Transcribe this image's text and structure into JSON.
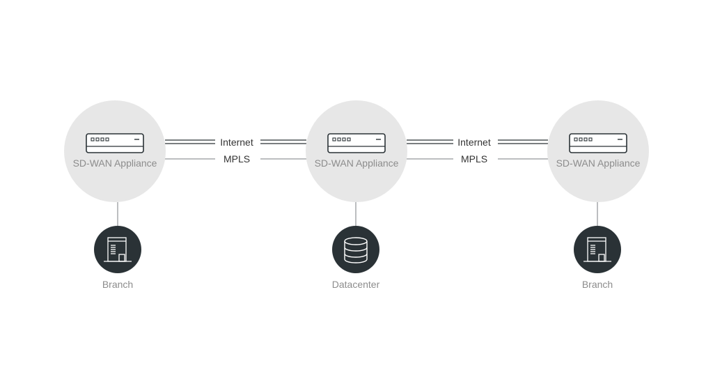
{
  "colors": {
    "appliance_circle": "#e7e7e7",
    "site_circle": "#2a3236",
    "link_line": "#7a7e80",
    "icon_stroke_dark": "#2a3236",
    "icon_stroke_light": "#ffffff"
  },
  "nodes": {
    "left_appliance": {
      "label": "SD-WAN Appliance",
      "icon": "router-icon"
    },
    "center_appliance": {
      "label": "SD-WAN Appliance",
      "icon": "router-icon"
    },
    "right_appliance": {
      "label": "SD-WAN Appliance",
      "icon": "router-icon"
    },
    "left_site": {
      "label": "Branch",
      "icon": "building-icon"
    },
    "center_site": {
      "label": "Datacenter",
      "icon": "database-icon"
    },
    "right_site": {
      "label": "Branch",
      "icon": "building-icon"
    }
  },
  "links": {
    "left": {
      "internet_label": "Internet",
      "mpls_label": "MPLS"
    },
    "right": {
      "internet_label": "Internet",
      "mpls_label": "MPLS"
    }
  }
}
